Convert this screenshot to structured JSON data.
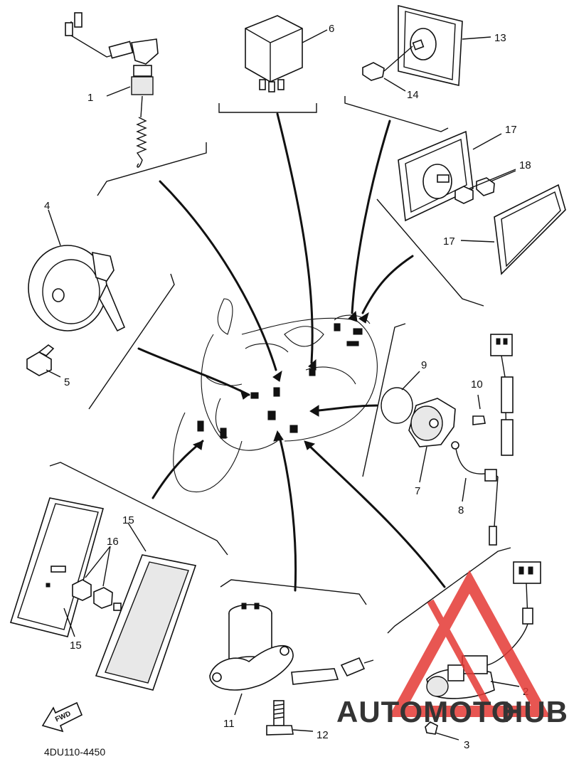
{
  "diagram": {
    "drawing_code": "4DU110-4450",
    "fwd_label": "FWD",
    "callouts": [
      {
        "id": "c1",
        "text": "1"
      },
      {
        "id": "c2",
        "text": "2"
      },
      {
        "id": "c3",
        "text": "3"
      },
      {
        "id": "c4",
        "text": "4"
      },
      {
        "id": "c5",
        "text": "5"
      },
      {
        "id": "c6",
        "text": "6"
      },
      {
        "id": "c7",
        "text": "7"
      },
      {
        "id": "c8",
        "text": "8"
      },
      {
        "id": "c9",
        "text": "9"
      },
      {
        "id": "c10",
        "text": "10"
      },
      {
        "id": "c11",
        "text": "11"
      },
      {
        "id": "c12",
        "text": "12"
      },
      {
        "id": "c13",
        "text": "13"
      },
      {
        "id": "c14",
        "text": "14"
      },
      {
        "id": "c15a",
        "text": "15"
      },
      {
        "id": "c15b",
        "text": "15"
      },
      {
        "id": "c16",
        "text": "16"
      },
      {
        "id": "c17a",
        "text": "17"
      },
      {
        "id": "c17b",
        "text": "17"
      },
      {
        "id": "c18",
        "text": "18"
      }
    ]
  },
  "watermark": {
    "part1": "AUTOMOTO",
    "part2": "HUB",
    "color_main": "#f2a96b",
    "color_accent": "#9a9a9a",
    "triangle_color": "#e53935"
  }
}
